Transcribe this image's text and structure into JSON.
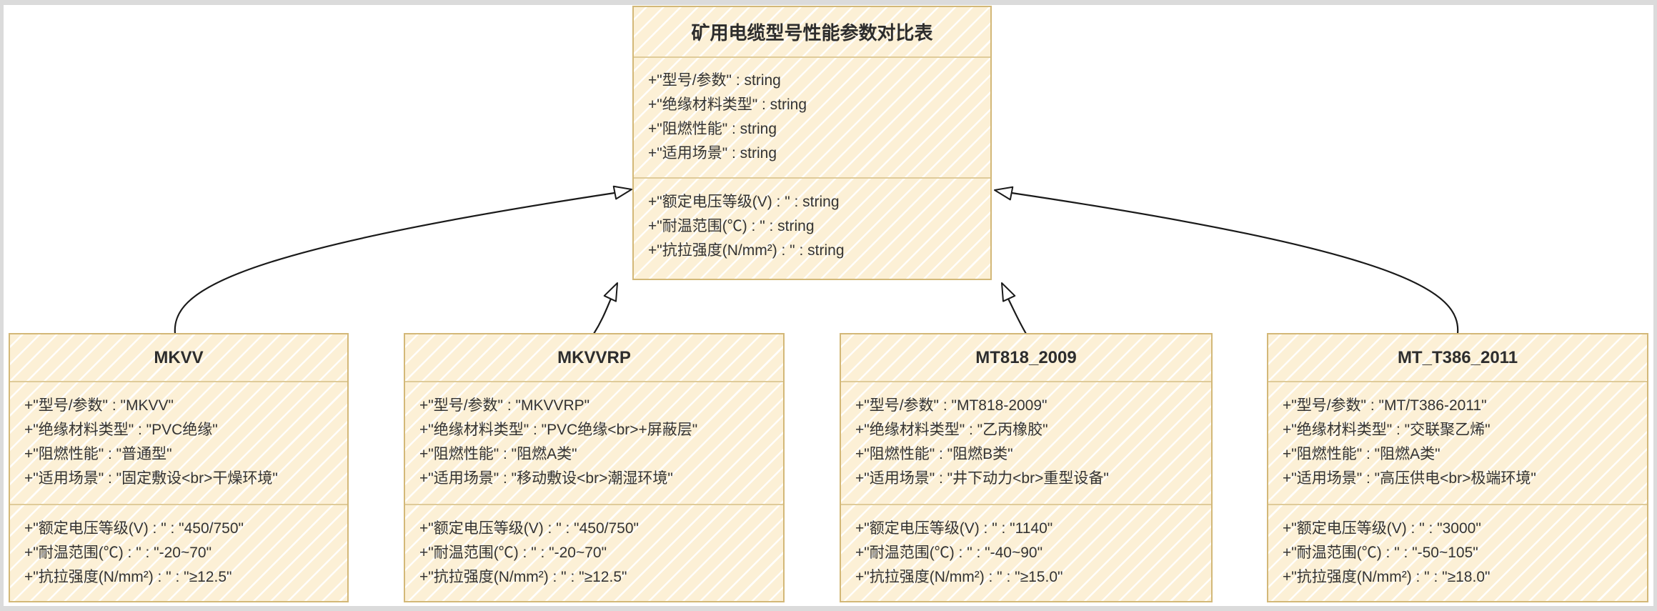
{
  "diagram": {
    "parent": {
      "name": "矿用电缆型号性能参数对比表",
      "fields": [
        "+\"型号/参数\" : string",
        "+\"绝缘材料类型\" : string",
        "+\"阻燃性能\" : string",
        "+\"适用场景\" : string"
      ],
      "params": [
        "+\"额定电压等级(V) : \" : string",
        "+\"耐温范围(℃) : \" : string",
        "+\"抗拉强度(N/mm²) : \" : string"
      ]
    },
    "children": [
      {
        "name": "MKVV",
        "fields": [
          "+\"型号/参数\" : \"MKVV\"",
          "+\"绝缘材料类型\" : \"PVC绝缘\"",
          "+\"阻燃性能\" : \"普通型\"",
          "+\"适用场景\" : \"固定敷设<br>干燥环境\""
        ],
        "params": [
          "+\"额定电压等级(V) : \" : \"450/750\"",
          "+\"耐温范围(℃) : \" : \"-20~70\"",
          "+\"抗拉强度(N/mm²) : \" : \"≥12.5\""
        ]
      },
      {
        "name": "MKVVRP",
        "fields": [
          "+\"型号/参数\" : \"MKVVRP\"",
          "+\"绝缘材料类型\" : \"PVC绝缘<br>+屏蔽层\"",
          "+\"阻燃性能\" : \"阻燃A类\"",
          "+\"适用场景\" : \"移动敷设<br>潮湿环境\""
        ],
        "params": [
          "+\"额定电压等级(V) : \" : \"450/750\"",
          "+\"耐温范围(℃) : \" : \"-20~70\"",
          "+\"抗拉强度(N/mm²) : \" : \"≥12.5\""
        ]
      },
      {
        "name": "MT818_2009",
        "fields": [
          "+\"型号/参数\" : \"MT818-2009\"",
          "+\"绝缘材料类型\" : \"乙丙橡胶\"",
          "+\"阻燃性能\" : \"阻燃B类\"",
          "+\"适用场景\" : \"井下动力<br>重型设备\""
        ],
        "params": [
          "+\"额定电压等级(V) : \" : \"1140\"",
          "+\"耐温范围(℃) : \" : \"-40~90\"",
          "+\"抗拉强度(N/mm²) : \" : \"≥15.0\""
        ]
      },
      {
        "name": "MT_T386_2011",
        "fields": [
          "+\"型号/参数\" : \"MT/T386-2011\"",
          "+\"绝缘材料类型\" : \"交联聚乙烯\"",
          "+\"阻燃性能\" : \"阻燃A类\"",
          "+\"适用场景\" : \"高压供电<br>极端环境\""
        ],
        "params": [
          "+\"额定电压等级(V) : \" : \"3000\"",
          "+\"耐温范围(℃) : \" : \"-50~105\"",
          "+\"抗拉强度(N/mm²) : \" : \"≥18.0\""
        ]
      }
    ],
    "relations": [
      {
        "from": "MKVV",
        "to": "矿用电缆型号性能参数对比表",
        "type": "inheritance"
      },
      {
        "from": "MKVVRP",
        "to": "矿用电缆型号性能参数对比表",
        "type": "inheritance"
      },
      {
        "from": "MT818_2009",
        "to": "矿用电缆型号性能参数对比表",
        "type": "inheritance"
      },
      {
        "from": "MT_T386_2011",
        "to": "矿用电缆型号性能参数对比表",
        "type": "inheritance"
      }
    ],
    "colors": {
      "node_fill": "#fcf0d6",
      "node_border": "#d3b878",
      "divider": "#dfcb99",
      "text": "#333333",
      "arrow": "#1a1a1a",
      "frame": "#dbdbdb",
      "background": "#ffffff"
    }
  }
}
